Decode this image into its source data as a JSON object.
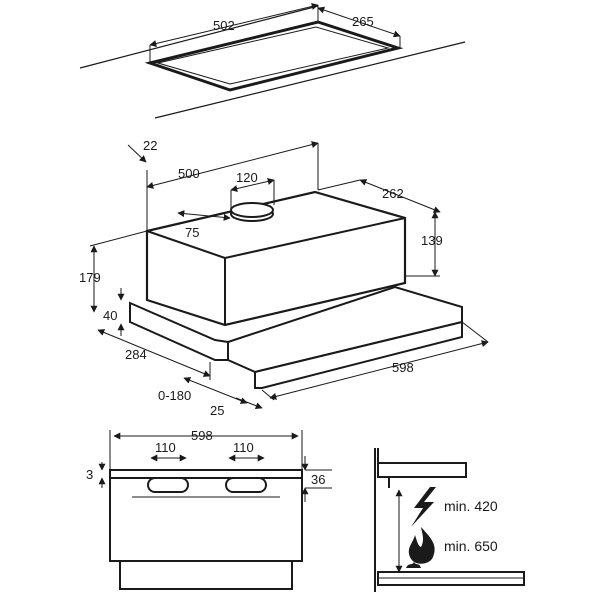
{
  "cutout": {
    "width": "502",
    "depth": "265"
  },
  "hood": {
    "offset": "22",
    "width_top": "500",
    "outlet": "120",
    "outlet_offset": "75",
    "depth_top": "262",
    "body_height": "139",
    "total_height": "179",
    "front_height": "40",
    "depth_bottom": "284",
    "extension": "0-180",
    "front_depth": "25",
    "width_front": "598"
  },
  "front_view": {
    "width": "598",
    "cutout_left": "110",
    "cutout_right": "110",
    "top_offset": "3",
    "bracket_height": "36"
  },
  "clearance": {
    "electric": "min. 420",
    "gas": "min. 650",
    "electric_icon": "lightning-icon",
    "gas_icon": "flame-icon"
  }
}
